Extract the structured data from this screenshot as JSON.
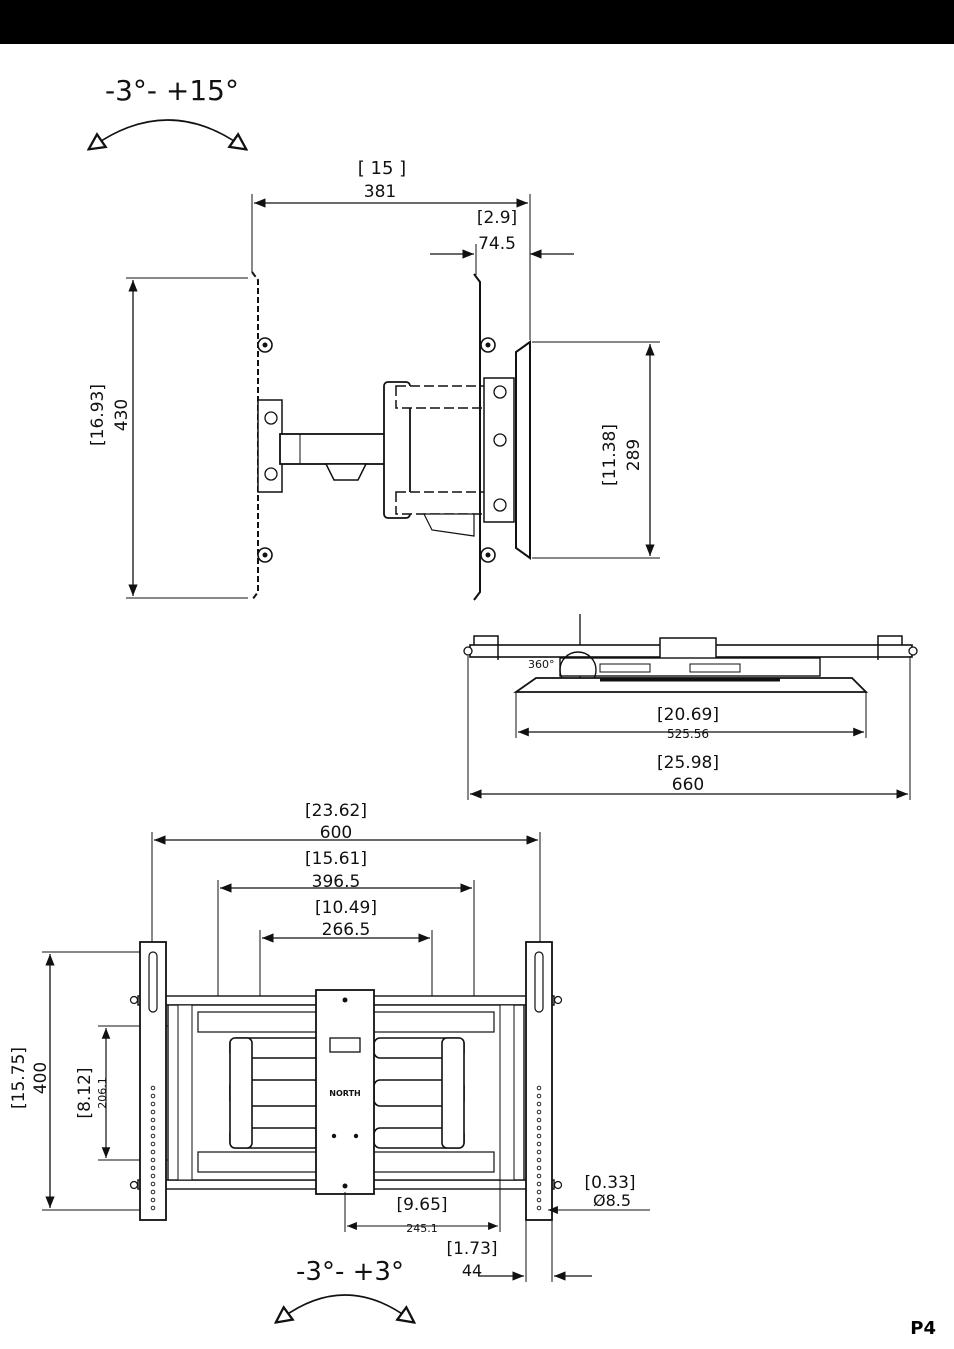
{
  "page": {
    "number": "P4"
  },
  "side_view": {
    "tilt_range": "-3°- +15°",
    "overall_depth": {
      "inch": "[ 15 ]",
      "mm": "381"
    },
    "min_depth": {
      "inch": "[2.9]",
      "mm": "74.5"
    },
    "wall_plate_height": {
      "inch": "[16.93]",
      "mm": "430"
    },
    "tv_plate_height": {
      "inch": "[11.38]",
      "mm": "289"
    }
  },
  "top_view": {
    "rotation": "360°",
    "inner_width": {
      "inch": "[20.69]",
      "mm": "525.56"
    },
    "overall_width": {
      "inch": "[25.98]",
      "mm": "660"
    }
  },
  "front_view": {
    "tilt_range": "-3°- +3°",
    "vesa_max": {
      "inch": "[23.62]",
      "mm": "600"
    },
    "vesa_mid": {
      "inch": "[15.61]",
      "mm": "396.5"
    },
    "vesa_min": {
      "inch": "[10.49]",
      "mm": "266.5"
    },
    "height_max": {
      "inch": "[15.75]",
      "mm": "400"
    },
    "height_min": {
      "inch": "[8.12]",
      "mm": "206.1"
    },
    "bracket_offset": {
      "inch": "[9.65]",
      "mm": "245.1"
    },
    "rail_width": {
      "inch": "[1.73]",
      "mm": "44"
    },
    "hole_diameter": {
      "inch": "[0.33]",
      "mm": "Ø8.5"
    },
    "brand_logo": "NORTH"
  }
}
